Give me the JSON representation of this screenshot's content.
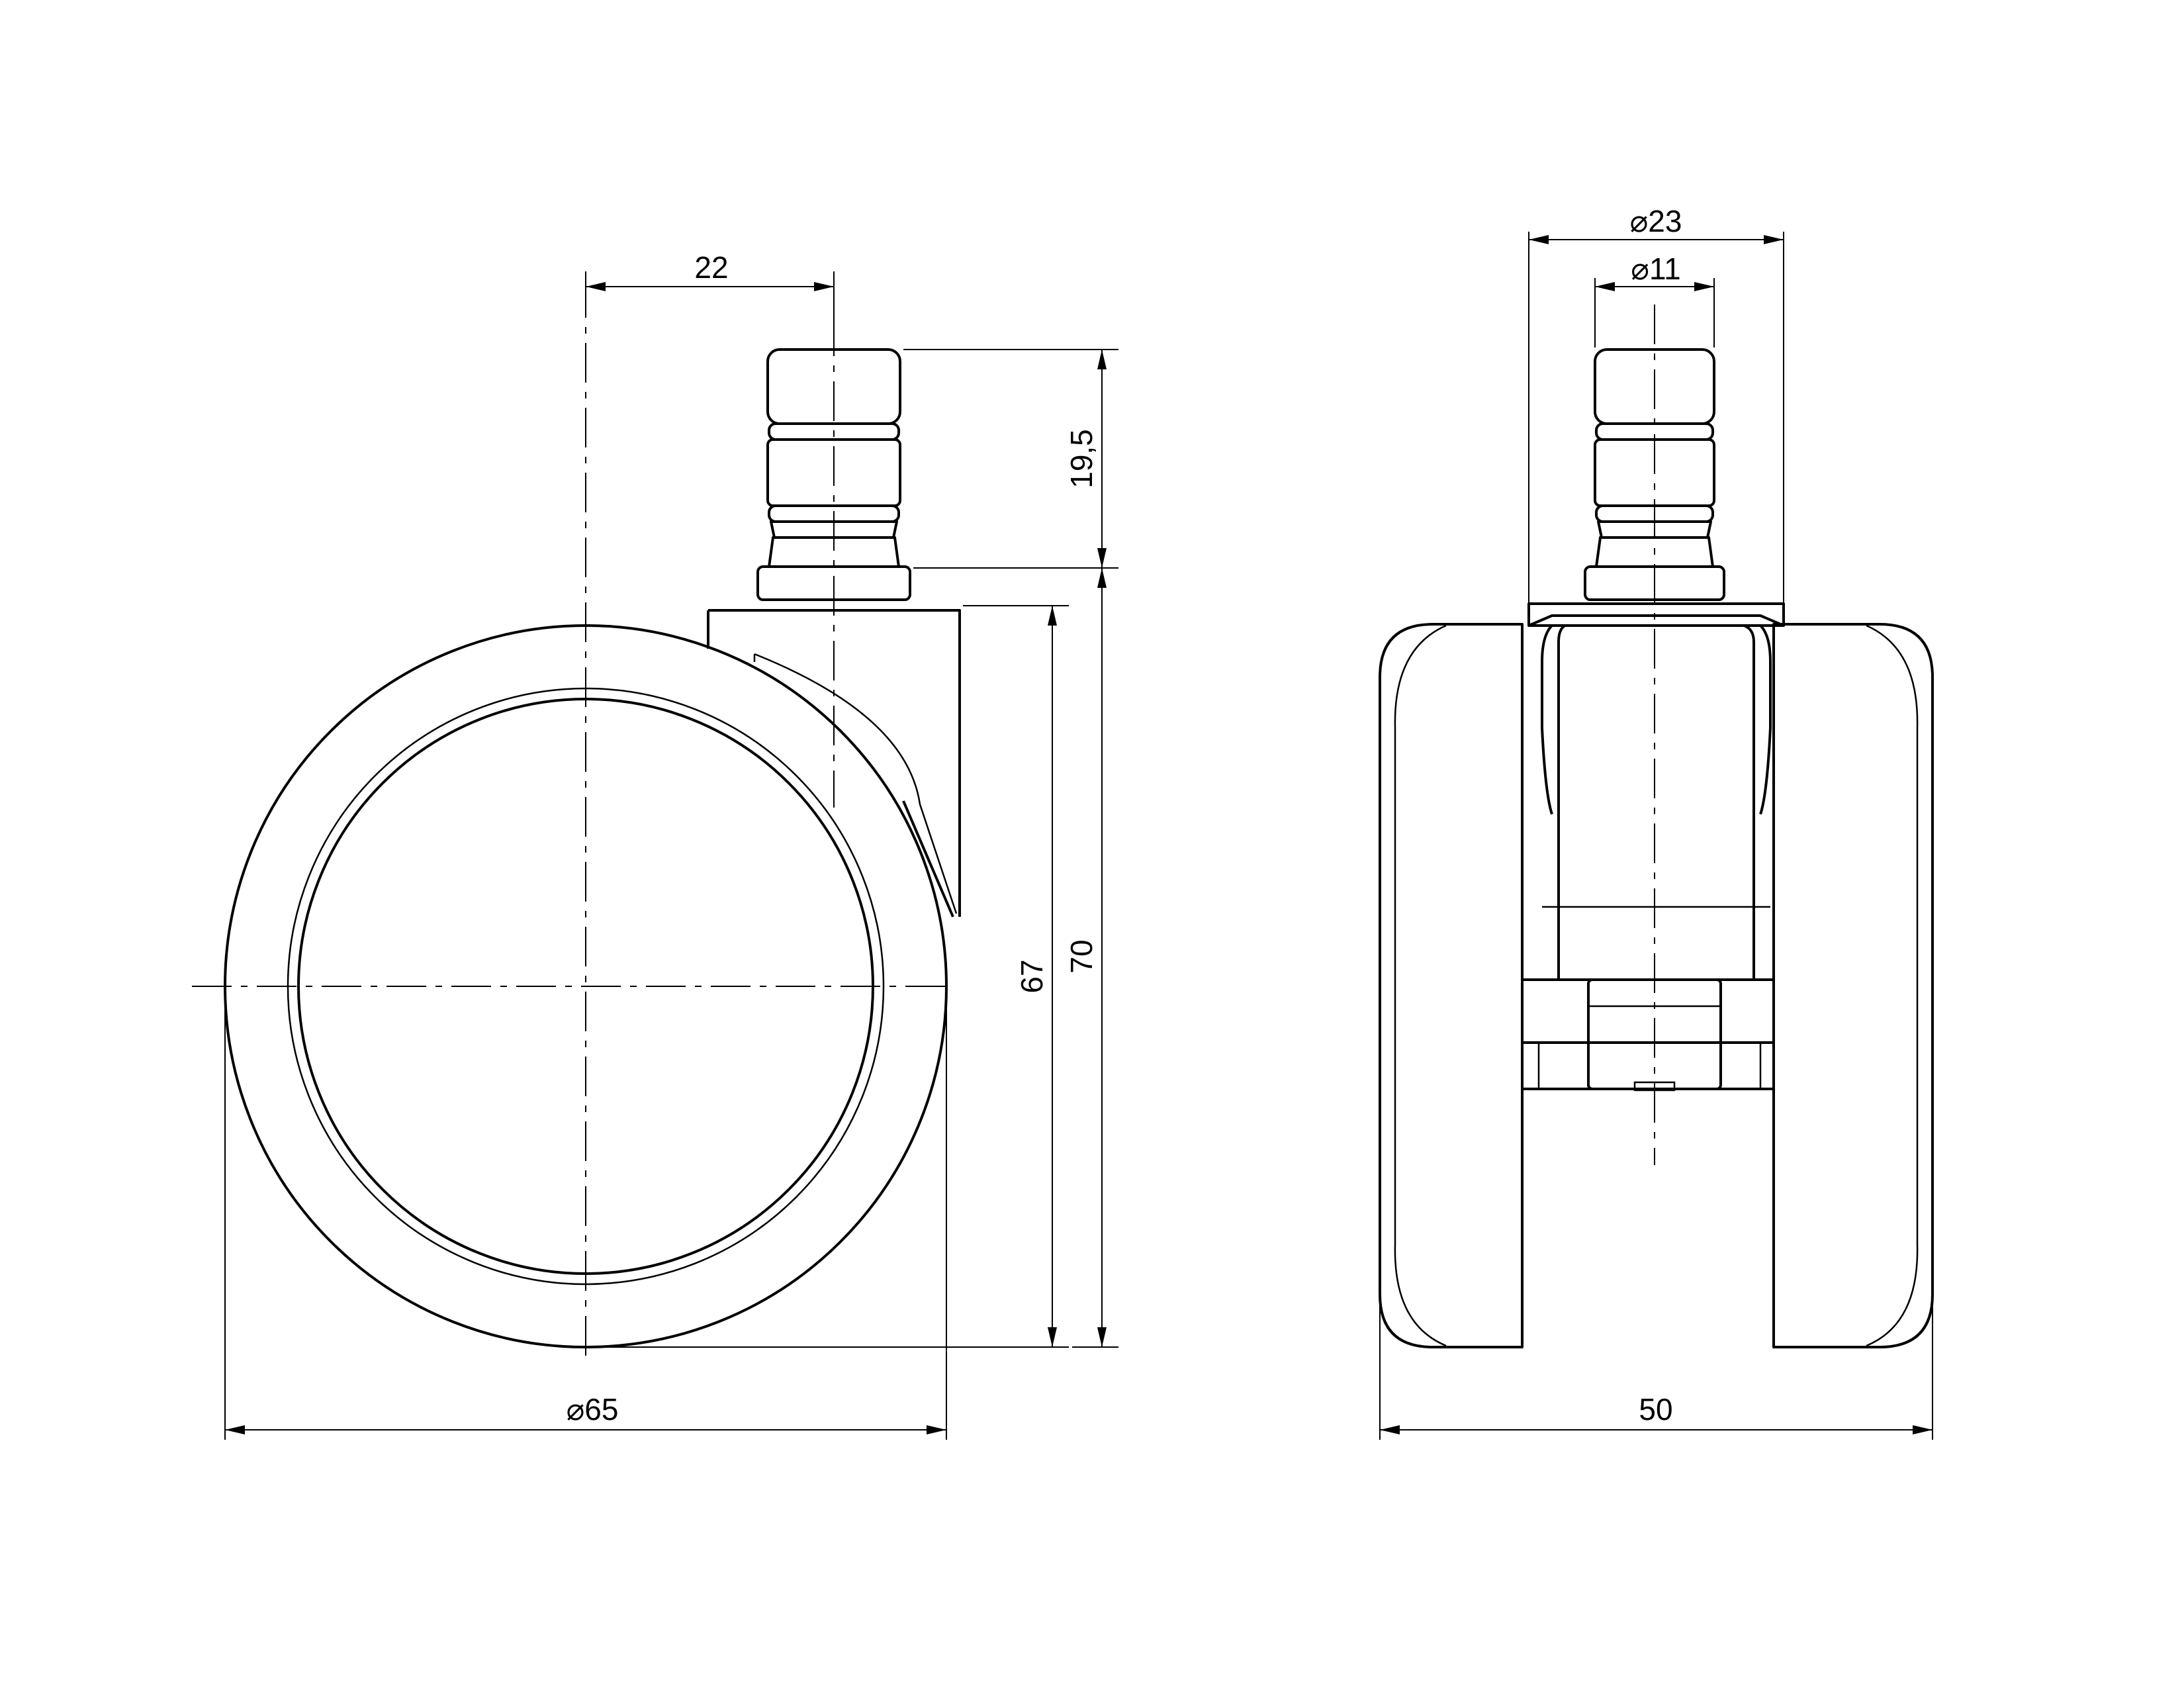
{
  "dimensions": {
    "side_stem_offset": "22",
    "side_stem_height": "19,5",
    "side_body_height": "67",
    "side_total_height": "70",
    "side_wheel_diameter_symbol": "⌀",
    "side_wheel_diameter": "65",
    "front_outer_diameter_symbol": "⌀",
    "front_outer_diameter": "23",
    "front_stem_diameter_symbol": "⌀",
    "front_stem_diameter": "11",
    "front_total_width": "50"
  }
}
